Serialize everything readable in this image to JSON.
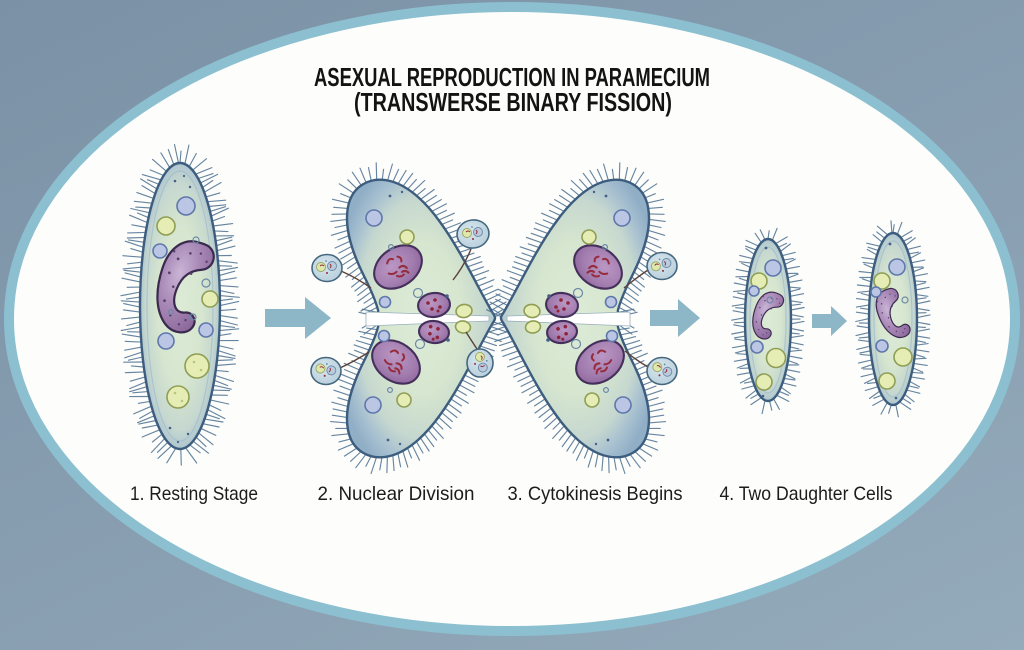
{
  "title": {
    "line1": "ASEXUAL REPRODUCTION IN PARAMECIUM",
    "line2": "(TRANSWERSE BINARY FISSION)"
  },
  "stages": [
    {
      "number": "1",
      "label": "1. Resting Stage"
    },
    {
      "number": "2",
      "label": "2. Nuclear Division"
    },
    {
      "number": "3",
      "label": "3. Cytokinesis Begins"
    },
    {
      "number": "4",
      "label": "4. Two Daughter Cells"
    }
  ],
  "icons": {
    "arrow_1": "arrow-right-icon",
    "arrow_2": "arrow-right-icon",
    "arrow_3": "arrow-right-icon"
  },
  "colors": {
    "background_top": "#7b92a6",
    "background_bottom": "#94abbb",
    "oval_fill": "#fdfefc",
    "oval_rim": "#8cc0d0",
    "arrow": "#8db6c7",
    "cell_outline": "#3d5d7e",
    "cell_membrane": "#90aec6",
    "cytoplasm": "#d9e8d2",
    "macronucleus": "#9a76a8",
    "nucleus_outline": "#3a2a4e",
    "vacuole_yellow": "#e6edb4",
    "vacuole_blue": "#bac6e4",
    "chromatin_red": "#962c3c",
    "cilia": "#4e7090",
    "bubble_fill": "#c6dbe4",
    "leader_line": "#5a4038"
  }
}
